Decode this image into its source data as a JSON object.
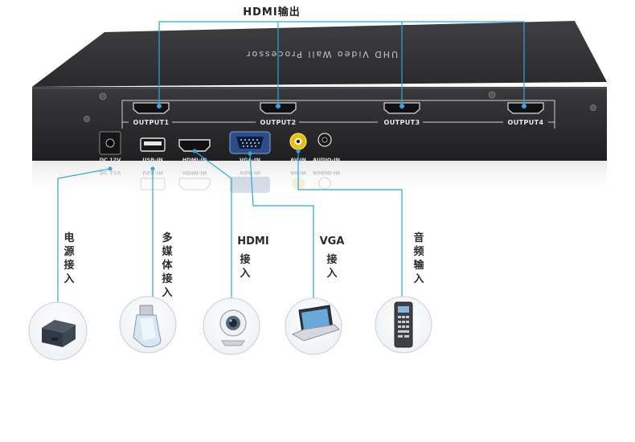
{
  "title": "HDMI输出",
  "brand_text": "UHD Video Wall Processor",
  "outputs": [
    {
      "label": "OUTPUT1"
    },
    {
      "label": "OUTPUT2"
    },
    {
      "label": "OUTPUT3"
    },
    {
      "label": "OUTPUT4"
    }
  ],
  "ports": [
    {
      "label": "DC 12V"
    },
    {
      "label": "USB-IN"
    },
    {
      "label": "HDMI-IN"
    },
    {
      "label": "VGA-IN"
    },
    {
      "label": "AV-IN"
    },
    {
      "label": "AUDIO-IN"
    }
  ],
  "inputs": [
    {
      "label": "电源接入",
      "icon": "power-adapter-icon"
    },
    {
      "label": "多媒体接入",
      "icon": "usb-drive-icon"
    },
    {
      "label": "HDMI接入",
      "icon": "webcam-icon"
    },
    {
      "label": "VGA接入",
      "icon": "laptop-icon"
    },
    {
      "label": "音频输入",
      "icon": "remote-audio-icon"
    }
  ],
  "colors": {
    "line": "#2aa7df",
    "device_body": "#2d2d2f",
    "device_top": "#3a3a3c",
    "port_ring": "#e5e5e5"
  }
}
